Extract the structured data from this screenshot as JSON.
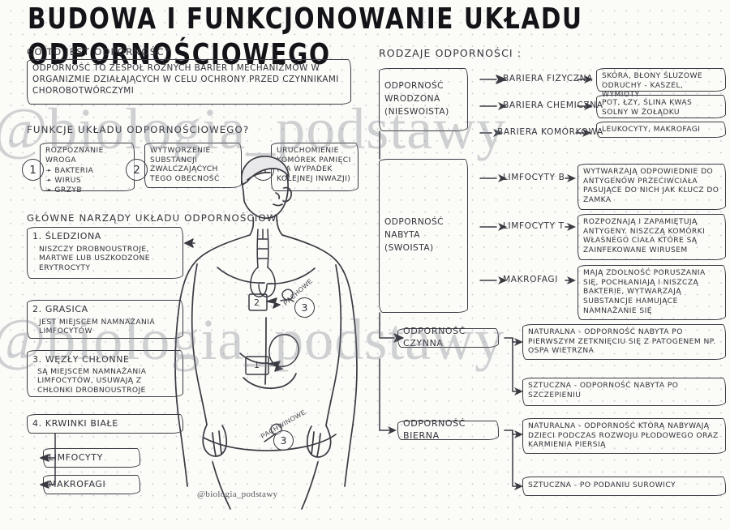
{
  "title": "BUDOWA I FUNKCJONOWANIE UKŁADU ODPORNOŚCIOWEGO",
  "signature": "@biologia_podstawy",
  "watermark": [
    "@biologia_podstawy",
    "@biologia_podstawy"
  ],
  "left": {
    "q1_heading": "CO TO JEST ODPORNOŚĆ?",
    "q1_answer": "ODPORNOŚĆ TO ZESPÓŁ RÓŻNYCH BARIER I MECHANIZMÓW W ORGANIZMIE DZIAŁAJĄCYCH W CELU OCHRONY PRZED CZYNNIKAMI CHOROBOTWÓRCZYMI",
    "q2_heading": "FUNKCJE UKŁADU ODPORNOŚCIOWEGO?",
    "functions": [
      {
        "num": "1",
        "title": "ROZPOZNANIE WROGA",
        "items": [
          "BAKTERIA",
          "WIRUS",
          "GRZYB"
        ]
      },
      {
        "num": "2",
        "title": "WYTWORZENIE SUBSTANCJI ZWALCZAJĄCYCH TEGO OBECNOŚĆ",
        "items": []
      },
      {
        "num": "3",
        "title": "URUCHOMIENIE KOMÓREK PAMIĘCI (NA WYPADEK KOLEJNEJ INWAZJI)",
        "items": []
      }
    ],
    "organs_heading": "GŁÓWNE NARZĄDY UKŁADU ODPORNOŚCIOW.",
    "organs": [
      {
        "num": "1.",
        "name": "ŚLEDZIONA",
        "desc": "NISZCZY DROBNOUSTROJE, MARTWE LUB USZKODZONE ERYTROCYTY"
      },
      {
        "num": "2.",
        "name": "GRASICA",
        "desc": "JEST MIEJSCEM NAMNAŻANIA LIMFOCYTÓW"
      },
      {
        "num": "3.",
        "name": "WĘZŁY CHŁONNE",
        "desc": "SĄ MIEJSCEM NAMNAŻANIA LIMFOCYTÓW, USUWAJĄ Z CHŁONKI DROBNOUSTROJE"
      },
      {
        "num": "4.",
        "name": "KRWINKI BIAŁE",
        "desc": ""
      }
    ],
    "wbc_children": [
      "LIMFOCYTY",
      "MAKROFAGI"
    ]
  },
  "body_labels": {
    "marker_2": "2",
    "marker_3_axillary": "3",
    "marker_3_axillary_text": "PACHOWE",
    "marker_3_inguinal": "3",
    "marker_3_inguinal_text": "PACHWINOWE",
    "marker_1": "1"
  },
  "right": {
    "heading": "RODZAJE ODPORNOŚCI :",
    "innate": {
      "label": "ODPORNOŚĆ WRODZONA (NIESWOISTA)",
      "rows": [
        {
          "type": "BARIERA FIZYCZNA",
          "detail": "SKÓRA, BŁONY ŚLUZOWE ODRUCHY - KASZEL, WYMIOTY"
        },
        {
          "type": "BARIERA CHEMICZNA",
          "detail": "POT, ŁZY, ŚLINA KWAS SOLNY W ŻOŁĄDKU"
        },
        {
          "type": "BARIERA KOMÓRKOWA",
          "detail": "LEUKOCYTY, MAKROFAGI"
        }
      ]
    },
    "acquired": {
      "label": "ODPORNOŚĆ NABYTA (SWOISTA)",
      "rows": [
        {
          "type": "LIMFOCYTY B",
          "detail": "WYTWARZAJĄ ODPOWIEDNIE DO ANTYGENÓW PRZECIWCIAŁA PASUJĄCE DO NICH JAK KLUCZ DO ZAMKA"
        },
        {
          "type": "LIMFOCYTY T",
          "detail": "ROZPOZNAJĄ I ZAPAMIĘTUJĄ ANTYGENY. NISZCZĄ KOMÓRKI WŁASNEGO CIAŁA KTÓRE SĄ ZAINFEKOWANE WIRUSEM"
        },
        {
          "type": "MAKROFAGI",
          "detail": "MAJĄ ZDOLNOŚĆ PORUSZANIA SIĘ, POCHŁANIAJĄ I NISZCZĄ BAKTERIE, WYTWARZAJĄ SUBSTANCJE HAMUJĄCE NAMNAŻANIE SIĘ"
        }
      ]
    },
    "active": {
      "label": "ODPORNOŚĆ CZYNNA",
      "rows": [
        {
          "detail": "NATURALNA - ODPORNOŚĆ NABYTA PO PIERWSZYM ZETKNIĘCIU SIĘ Z PATOGENEM NP. OSPA WIETRZNA"
        },
        {
          "detail": "SZTUCZNA - ODPORNOŚĆ NABYTA PO SZCZEPIENIU"
        }
      ]
    },
    "passive": {
      "label": "ODPORNOŚĆ BIERNA",
      "rows": [
        {
          "detail": "NATURALNA - ODPORNOŚĆ KTÓRĄ NABYWAJĄ DZIECI PODCZAS ROZWOJU PŁODOWEGO ORAZ KARMIENIA PIERSIĄ"
        },
        {
          "detail": "SZTUCZNA - PO PODANIU SUROWICY"
        }
      ]
    }
  }
}
